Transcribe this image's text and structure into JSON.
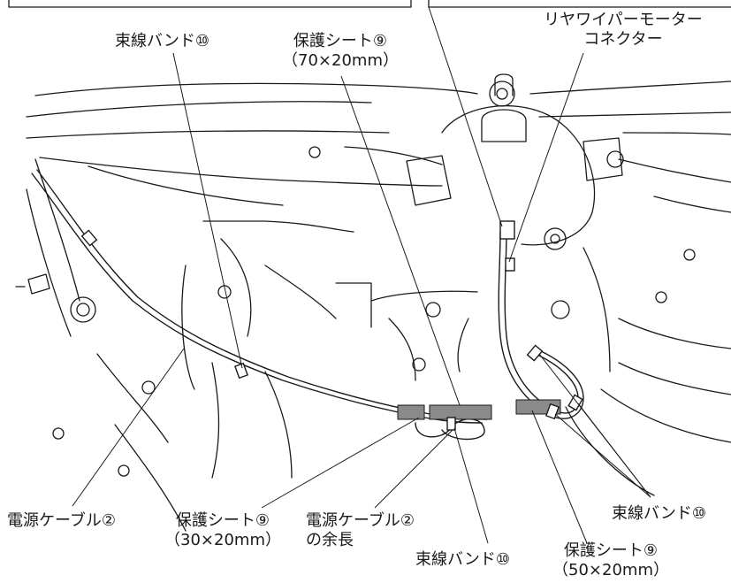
{
  "labels": {
    "band_top_left": "束線バンド⑩",
    "sheet_70_line1": "保護シート⑨",
    "sheet_70_line2": "（70×20mm）",
    "rear_wiper_line1": "リヤワイパーモーター",
    "rear_wiper_line2": "コネクター",
    "power_cable_left": "電源ケーブル②",
    "sheet_30_line1": "保護シート⑨",
    "sheet_30_line2": "（30×20mm）",
    "power_cable_slack_line1": "電源ケーブル②",
    "power_cable_slack_line2": "の余長",
    "band_bottom_center": "束線バンド⑩",
    "sheet_50_line1": "保護シート⑨",
    "sheet_50_line2": "（50×20mm）",
    "band_bottom_right": "束線バンド⑩"
  }
}
